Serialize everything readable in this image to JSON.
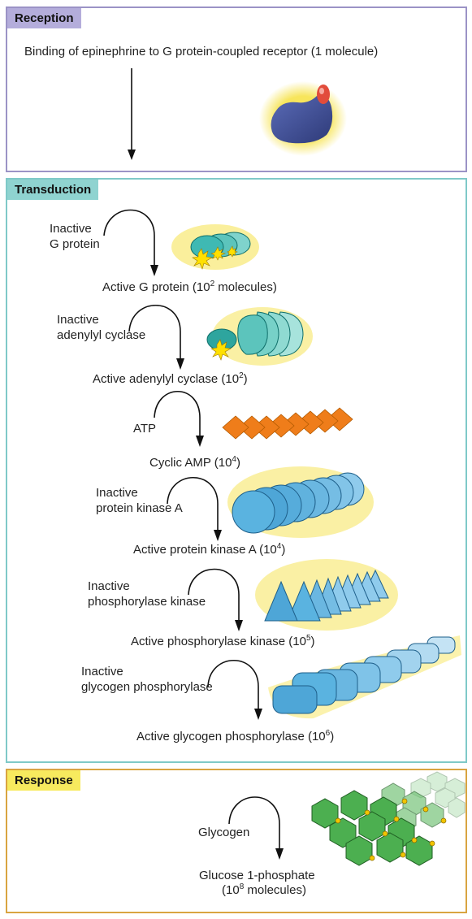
{
  "reception": {
    "tag": "Reception",
    "text": "Binding of epinephrine to G protein-coupled receptor (1 molecule)"
  },
  "transduction": {
    "tag": "Transduction",
    "steps": [
      {
        "input": "Inactive\nG protein",
        "output_prefix": "Active G protein (10",
        "exp": "2",
        "output_suffix": " molecules)"
      },
      {
        "input": "Inactive\nadenylyl cyclase",
        "output_prefix": "Active adenylyl cyclase (10",
        "exp": "2",
        "output_suffix": ")"
      },
      {
        "input": "ATP",
        "output_prefix": "Cyclic AMP (10",
        "exp": "4",
        "output_suffix": ")"
      },
      {
        "input": "Inactive\nprotein kinase A",
        "output_prefix": "Active protein kinase A (10",
        "exp": "4",
        "output_suffix": ")"
      },
      {
        "input": "Inactive\nphosphorylase kinase",
        "output_prefix": "Active phosphorylase kinase (10",
        "exp": "5",
        "output_suffix": ")"
      },
      {
        "input": "Inactive\nglycogen phosphorylase",
        "output_prefix": "Active glycogen phosphorylase (10",
        "exp": "6",
        "output_suffix": ")"
      }
    ]
  },
  "response": {
    "tag": "Response",
    "input": "Glycogen",
    "output_line1": "Glucose 1-phosphate",
    "output_line2_prefix": "(10",
    "output_exp": "8",
    "output_line2_suffix": " molecules)"
  },
  "colors": {
    "reception_border": "#9b93c6",
    "reception_tag": "#b4addb",
    "transduction_border": "#7fc9c8",
    "transduction_tag": "#8fd3d0",
    "response_border": "#d9a441",
    "response_tag": "#f7ea5e",
    "glow": "#f6e24a",
    "receptor": "#3b4a8e",
    "teal": "#3fb9b3",
    "orange": "#ef7d1a",
    "blue": "#5ab3e0",
    "green": "#4caf50"
  }
}
